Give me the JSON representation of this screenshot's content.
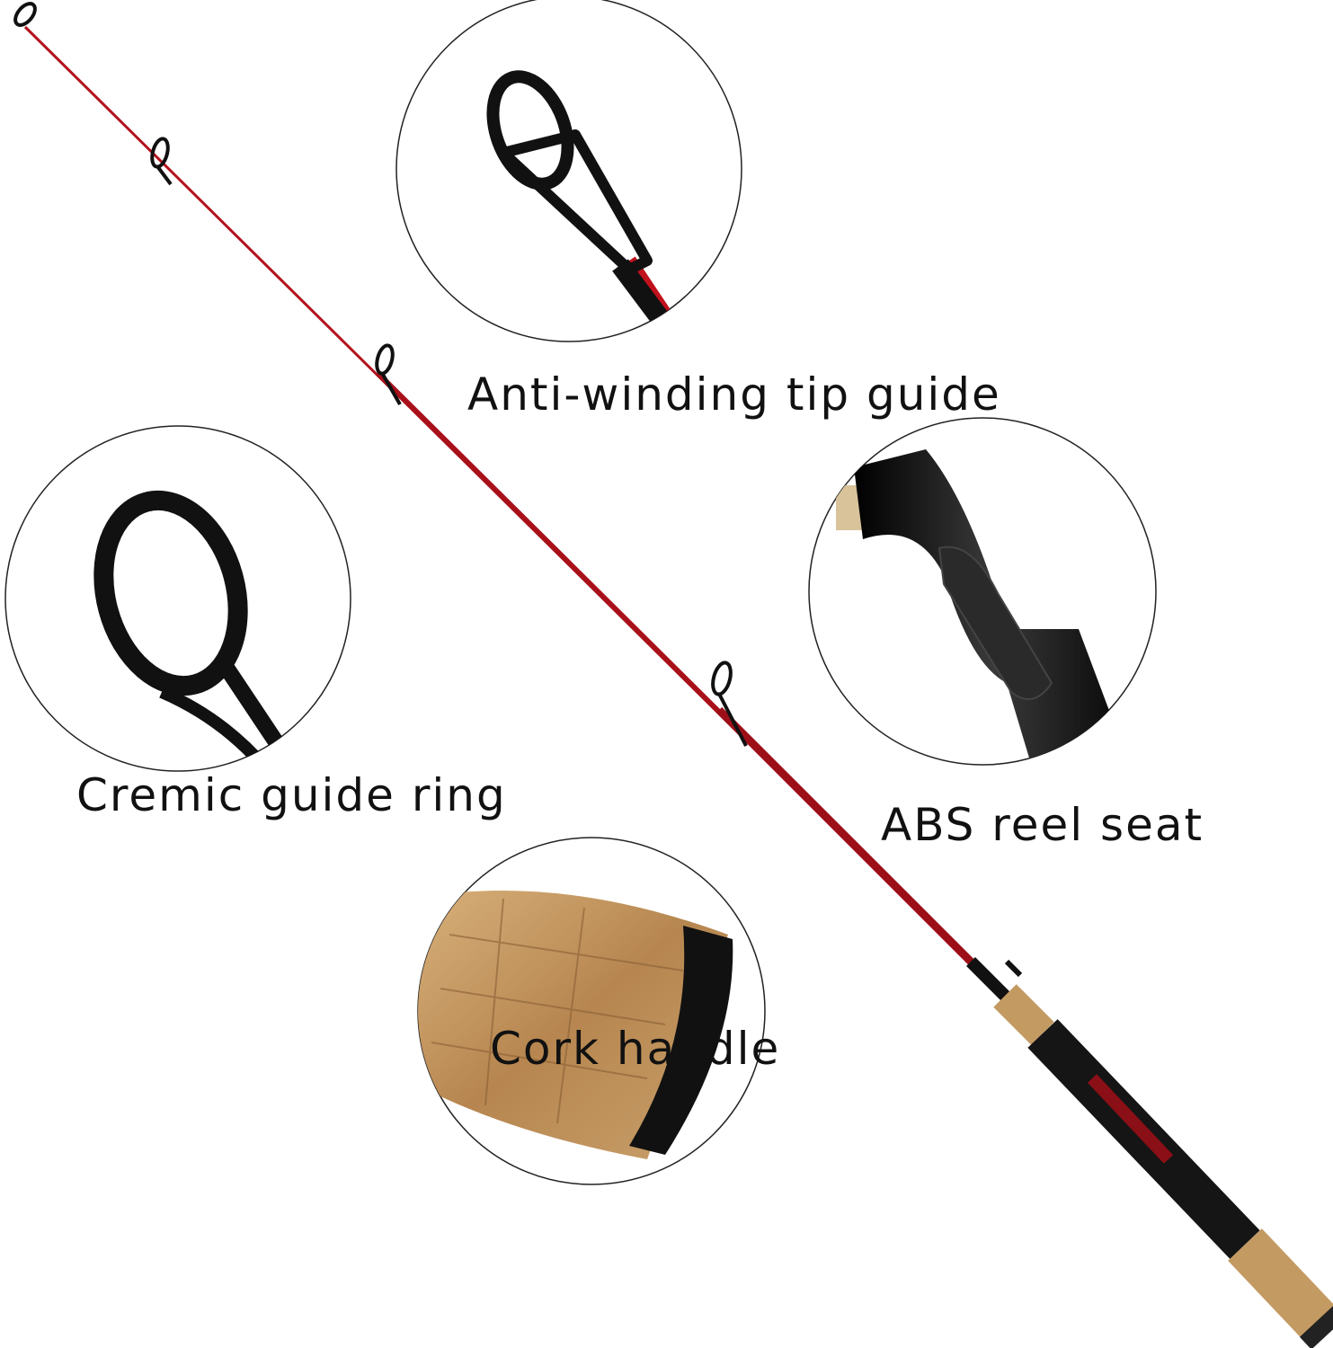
{
  "callouts": [
    {
      "label": "Anti-winding tip guide"
    },
    {
      "label": "Cremic guide ring"
    },
    {
      "label": "ABS reel seat"
    },
    {
      "label": "Cork handle"
    }
  ],
  "colors": {
    "rod": "#b3121d",
    "guide": "#111111",
    "cork": "#c49a63",
    "grip": "#151515"
  }
}
